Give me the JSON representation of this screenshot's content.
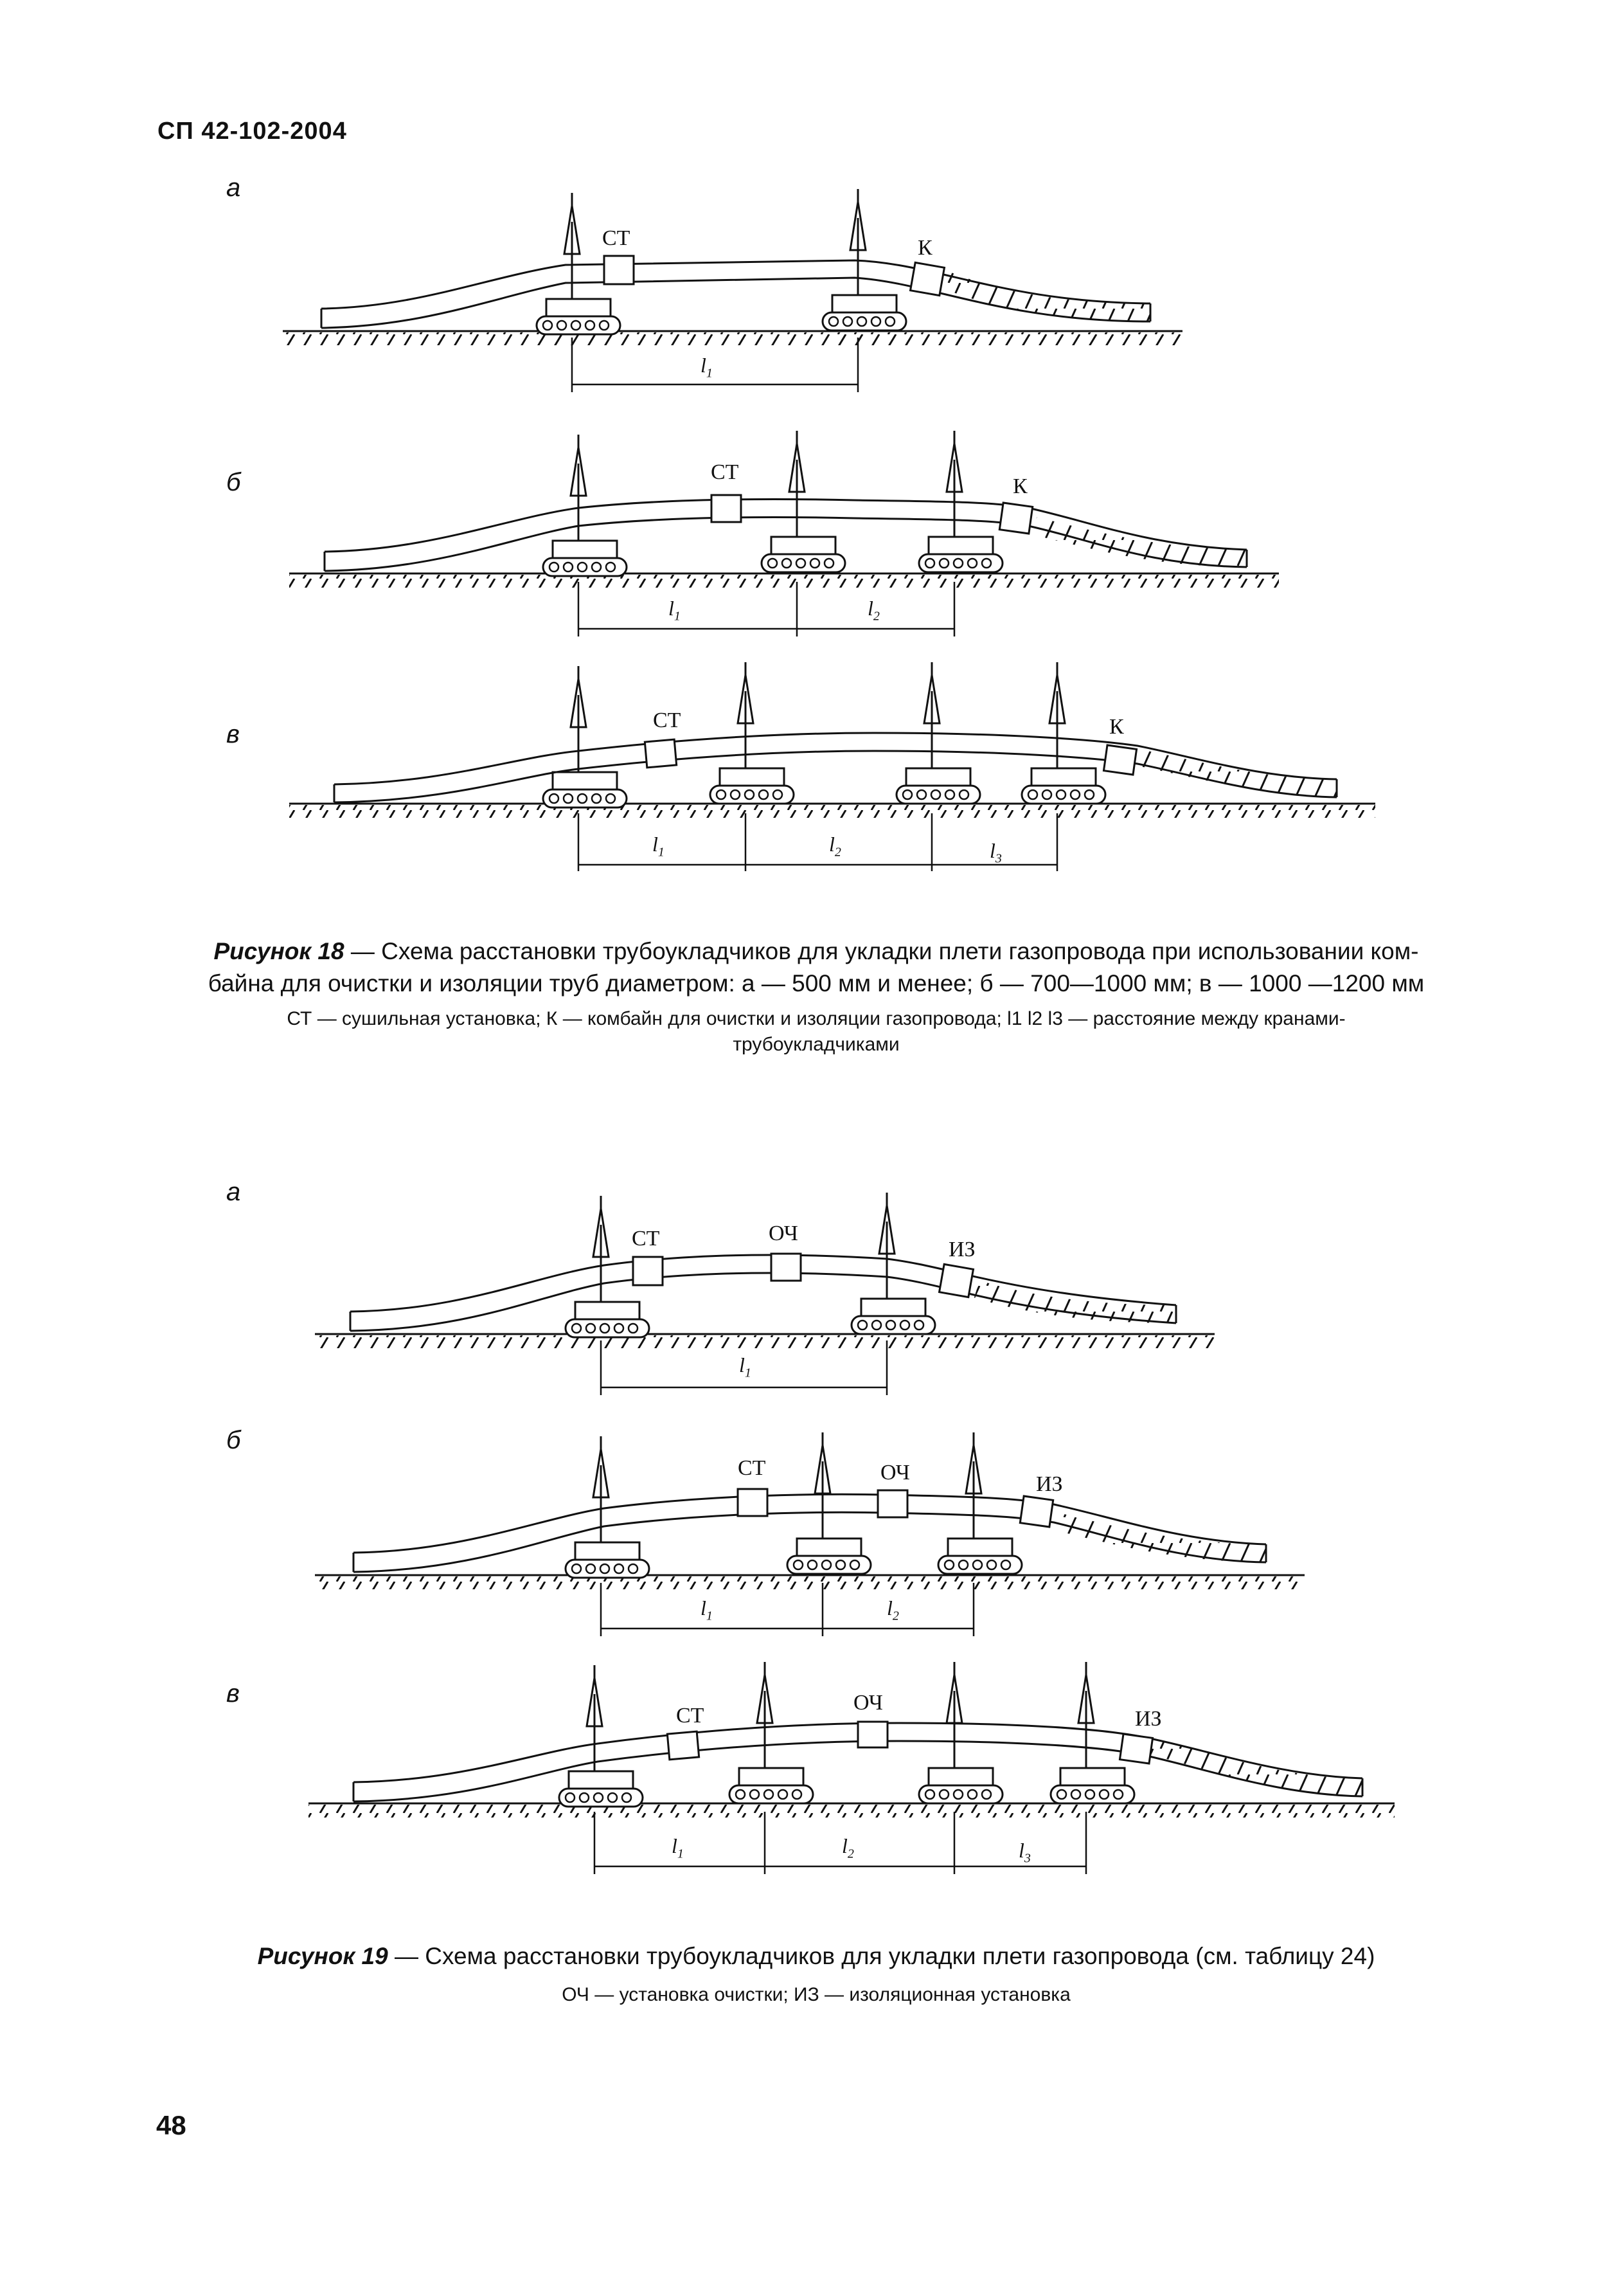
{
  "header": {
    "doc_code": "СП 42-102-2004"
  },
  "page_number": "48",
  "figure18": {
    "panel_a": {
      "letter": "а",
      "labels": {
        "st": "СТ",
        "k": "К"
      },
      "spans": [
        "l1"
      ]
    },
    "panel_b": {
      "letter": "б",
      "labels": {
        "st": "СТ",
        "k": "К"
      },
      "spans": [
        "l1",
        "l2"
      ]
    },
    "panel_v": {
      "letter": "в",
      "labels": {
        "st": "СТ",
        "k": "К"
      },
      "spans": [
        "l1",
        "l2",
        "l3"
      ]
    },
    "caption_title": "Рисунок 18",
    "caption_text_1": "— Схема расстановки трубоукладчиков для укладки плети газопровода при использовании ком-",
    "caption_text_2": "байна для очистки и изоляции труб диаметром: а — 500 мм и менее; б — 700—1000 мм; в — 1000 —1200 мм",
    "legend_1": "СТ — сушильная установка; К — комбайн для очистки и изоляции  газопровода; l1 l2 l3 — расстояние между кранами-",
    "legend_2": "трубоукладчиками"
  },
  "figure19": {
    "panel_a": {
      "letter": "а",
      "labels": {
        "st": "СТ",
        "och": "ОЧ",
        "iz": "ИЗ"
      },
      "spans": [
        "l1"
      ]
    },
    "panel_b": {
      "letter": "б",
      "labels": {
        "st": "СТ",
        "och": "ОЧ",
        "iz": "ИЗ"
      },
      "spans": [
        "l1",
        "l2"
      ]
    },
    "panel_v": {
      "letter": "в",
      "labels": {
        "st": "СТ",
        "och": "ОЧ",
        "iz": "ИЗ"
      },
      "spans": [
        "l1",
        "l2",
        "l3"
      ]
    },
    "caption_title": "Рисунок 19",
    "caption_text": "— Схема расстановки трубоукладчиков для укладки плети газопровода (см. таблицу 24)",
    "legend": "ОЧ — установка очистки; ИЗ — изоляционная установка"
  },
  "span_labels": {
    "l": "l",
    "sub1": "1",
    "sub2": "2",
    "sub3": "3"
  }
}
